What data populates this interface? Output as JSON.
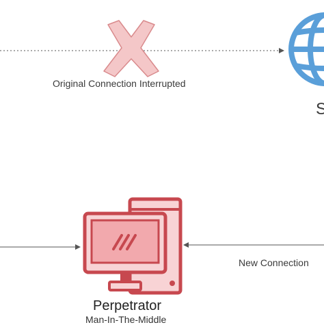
{
  "labels": {
    "original_connection": "Original Connection Interrupted",
    "server": "S",
    "perpetrator_title": "Perpetrator",
    "perpetrator_subtitle": "Man-In-The-Middle",
    "new_connection": "New Connection"
  },
  "icons": {
    "interrupt": "x-cross-icon",
    "server": "globe-icon",
    "perpetrator": "computer-tower-icon"
  },
  "colors": {
    "cross_fill": "#f4c7c8",
    "cross_stroke": "#d98a8c",
    "globe": "#5a9fd9",
    "computer_stroke": "#c7484f",
    "computer_fill": "#f2a9ad",
    "computer_light": "#f8d3d5",
    "line": "#555555"
  }
}
